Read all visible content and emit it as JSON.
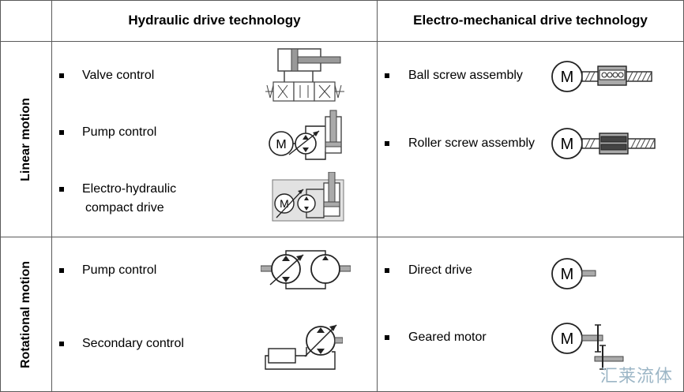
{
  "columns": {
    "hydraulic": "Hydraulic drive technology",
    "electromechanical": "Electro-mechanical drive technology"
  },
  "rows": {
    "linear": "Linear motion",
    "rotational": "Rotational motion"
  },
  "linear_hydraulic": [
    "Valve control",
    "Pump control",
    "Electro-hydraulic",
    "compact drive"
  ],
  "linear_electro": [
    "Ball screw assembly",
    "Roller screw assembly"
  ],
  "rotational_hydraulic": [
    "Pump control",
    "Secondary control"
  ],
  "rotational_electro": [
    "Direct drive",
    "Geared motor"
  ],
  "motor_symbol": "M",
  "watermark": "汇莱流体"
}
